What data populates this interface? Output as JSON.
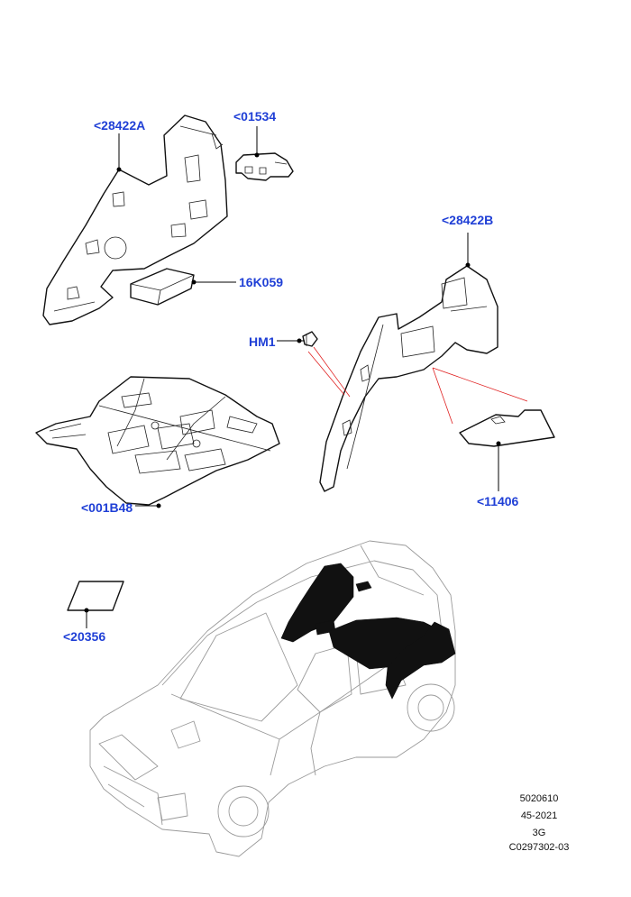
{
  "callouts": {
    "p28422A": "<28422A",
    "p01534": "<01534",
    "p16K059": "16K059",
    "p28422B": "<28422B",
    "pHM1": "HM1",
    "p001B48": "<001B48",
    "p11406": "<11406",
    "p20356": "<20356"
  },
  "reference": {
    "line1": "5020610",
    "line2": "45-2021",
    "line3": "3G",
    "line4": "C0297302-03"
  },
  "colors": {
    "callout": "#1f3fd6",
    "leader": "#000000",
    "explode_line": "#e02020",
    "car_outline": "#9a9a9a"
  }
}
